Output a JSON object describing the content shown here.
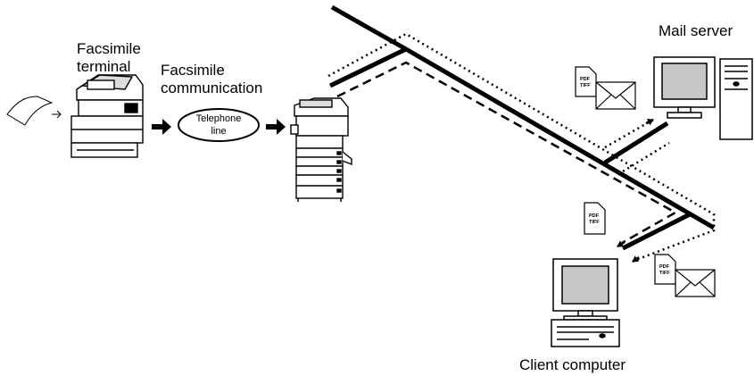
{
  "labels": {
    "fax_terminal_line1": "Facsimile",
    "fax_terminal_line2": "terminal",
    "fax_comm_line1": "Facsimile",
    "fax_comm_line2": "communication",
    "telephone_line1": "Telephone",
    "telephone_line2": "line",
    "mail_server": "Mail server",
    "client_computer": "Client computer"
  },
  "file_icons": [
    {
      "line1": "PDF",
      "line2": "TIFF"
    },
    {
      "line1": "PDF",
      "line2": "TIFF"
    },
    {
      "line1": "PDF",
      "line2": "TIFF"
    }
  ],
  "icons": [
    "paper-sheet-icon",
    "fax-machine-icon",
    "mfp-copier-icon",
    "mail-server-computer-icon",
    "client-computer-icon",
    "envelope-icon",
    "document-icon"
  ]
}
